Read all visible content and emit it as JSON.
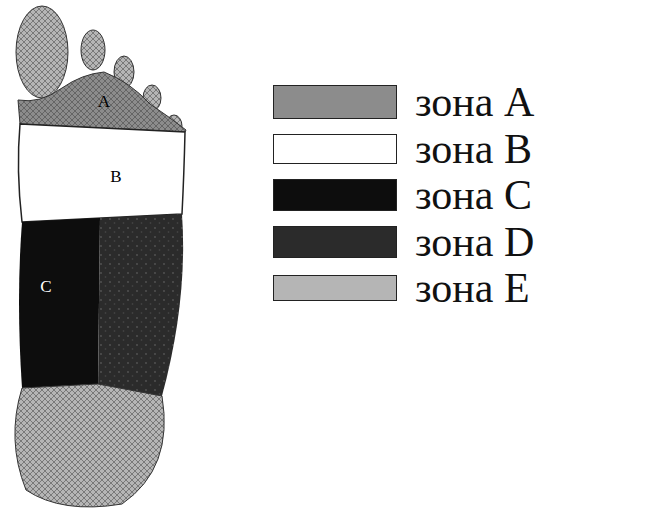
{
  "diagram": {
    "labels": [
      "A",
      "B",
      "C"
    ],
    "legend": [
      {
        "text": "зона A",
        "color": "#8c8c8c"
      },
      {
        "text": "зона B",
        "color": "#ffffff"
      },
      {
        "text": "зона C",
        "color": "#0d0d0d"
      },
      {
        "text": "зона D",
        "color": "#2b2b2b"
      },
      {
        "text": "зона E",
        "color": "#b5b5b5"
      }
    ]
  }
}
